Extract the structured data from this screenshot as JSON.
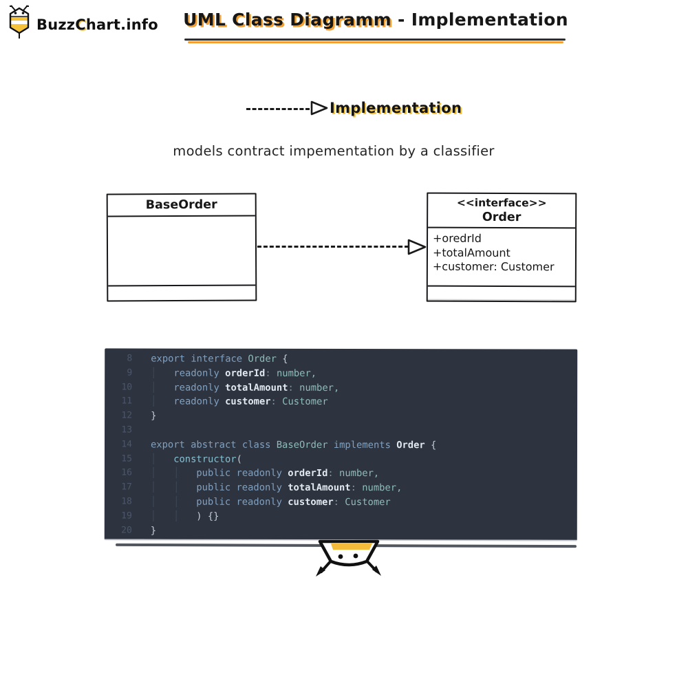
{
  "brand": {
    "prefix": "Buzz",
    "accent_letter": "C",
    "suffix": "hart.info",
    "icon": "bee-hexagon"
  },
  "title": {
    "highlight": "UML Class Diagramm",
    "rest": " - Implementation"
  },
  "legend": {
    "label": "Implementation",
    "arrow_icon": "dashed-line-hollow-triangle-right"
  },
  "subtitle": "models contract impementation by a classifier",
  "uml": {
    "base_class": {
      "name": "BaseOrder",
      "attributes": [],
      "operations": []
    },
    "interface": {
      "stereotype": "<<interface>>",
      "name": "Order",
      "attributes": [
        "+oredrId",
        "+totalAmount",
        "+customer: Customer"
      ]
    },
    "relationship": "realization-dashed-arrow"
  },
  "colors": {
    "accent_orange": "#f2a033",
    "accent_yellow": "#f6c33b",
    "ink": "#1a1a1a",
    "code_bg": "#2d3440",
    "line_number": "#4C566A",
    "keyword": "#81A1C1",
    "type": "#8FBCBB",
    "identifier": "#E2E9F0",
    "function": "#88C0D0"
  },
  "code": {
    "lines": [
      {
        "num": "8",
        "tokens": [
          [
            "k",
            "export interface "
          ],
          [
            "t",
            "Order "
          ],
          [
            "p",
            "{"
          ]
        ]
      },
      {
        "num": "9",
        "tokens": [
          [
            "g",
            "│   "
          ],
          [
            "k",
            "readonly "
          ],
          [
            "v",
            "orderId"
          ],
          [
            "o",
            ": "
          ],
          [
            "t",
            "number,"
          ]
        ]
      },
      {
        "num": "10",
        "tokens": [
          [
            "g",
            "│   "
          ],
          [
            "k",
            "readonly "
          ],
          [
            "v",
            "totalAmount"
          ],
          [
            "o",
            ": "
          ],
          [
            "t",
            "number,"
          ]
        ]
      },
      {
        "num": "11",
        "tokens": [
          [
            "g",
            "│   "
          ],
          [
            "k",
            "readonly "
          ],
          [
            "v",
            "customer"
          ],
          [
            "o",
            ": "
          ],
          [
            "t",
            "Customer"
          ]
        ]
      },
      {
        "num": "12",
        "tokens": [
          [
            "p",
            "}"
          ]
        ]
      },
      {
        "num": "13",
        "tokens": []
      },
      {
        "num": "14",
        "tokens": [
          [
            "k",
            "export abstract class "
          ],
          [
            "t",
            "BaseOrder "
          ],
          [
            "k",
            "implements "
          ],
          [
            "v",
            "Order "
          ],
          [
            "p",
            "{"
          ]
        ]
      },
      {
        "num": "15",
        "tokens": [
          [
            "g",
            "│   "
          ],
          [
            "f",
            "constructor"
          ],
          [
            "p",
            "("
          ]
        ]
      },
      {
        "num": "16",
        "tokens": [
          [
            "g",
            "│   │   "
          ],
          [
            "k",
            "public readonly "
          ],
          [
            "v",
            "orderId"
          ],
          [
            "o",
            ": "
          ],
          [
            "t",
            "number,"
          ]
        ]
      },
      {
        "num": "17",
        "tokens": [
          [
            "g",
            "│   │   "
          ],
          [
            "k",
            "public readonly "
          ],
          [
            "v",
            "totalAmount"
          ],
          [
            "o",
            ": "
          ],
          [
            "t",
            "number,"
          ]
        ]
      },
      {
        "num": "18",
        "tokens": [
          [
            "g",
            "│   │   "
          ],
          [
            "k",
            "public readonly "
          ],
          [
            "v",
            "customer"
          ],
          [
            "o",
            ": "
          ],
          [
            "t",
            "Customer"
          ]
        ]
      },
      {
        "num": "19",
        "tokens": [
          [
            "g",
            "│   │   "
          ],
          [
            "p",
            ") {}"
          ]
        ]
      },
      {
        "num": "20",
        "tokens": [
          [
            "p",
            "}"
          ]
        ]
      }
    ]
  }
}
